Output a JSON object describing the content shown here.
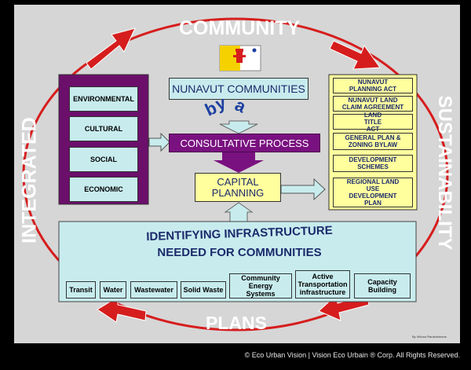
{
  "labels": {
    "top": "COMMUNITY",
    "left": "INTEGRATED",
    "right": "SUSTAINABILITY",
    "bottom": "PLANS",
    "credit": "By Vibhoo Raushnimons"
  },
  "left_panel": [
    "ENVIRONMENTAL",
    "CULTURAL",
    "SOCIAL",
    "ECONOMIC"
  ],
  "nunavut_communities": "NUNAVUT COMMUNITIES",
  "by_a": [
    "b",
    "y",
    "a"
  ],
  "consultative": "CONSULTATIVE PROCESS",
  "capital_planning": "CAPITAL PLANNING",
  "right_panel": [
    "NUNAVUT PLANNING ACT",
    "NUNAVUT LAND CLAIM AGREEMENT",
    "LAND TITLE ACT",
    "GENERAL PLAN & ZONING BYLAW",
    "DEVELOPMENT SCHEMES",
    "REGIONAL LAND USE DEVELOPMENT PLAN"
  ],
  "infra_title": [
    "IDENTIFYING INFRASTRUCTURE",
    "NEEDED FOR COMMUNITIES"
  ],
  "infra_items": [
    "Transit",
    "Water",
    "Wastewater",
    "Solid Waste",
    "Community Energy Systems",
    "Active Transportation infrastructure",
    "Capacity Building"
  ],
  "footer": "©  Eco Urban Vision  |  Vision Eco Urbain ®  Corp. All Rights Reserved.",
  "colors": {
    "frame": "#d6d6d6",
    "purple": "#6b0f6b",
    "box_cyan": "#c8ecee",
    "box_yellow": "#ffff9e",
    "navy": "#1b2a6b",
    "ring": "#d61d1d",
    "footer_text": "#e8e8e8",
    "footer_symbol": "#c61a8f"
  },
  "icons": {
    "flag": "nunavut-flag-icon"
  }
}
